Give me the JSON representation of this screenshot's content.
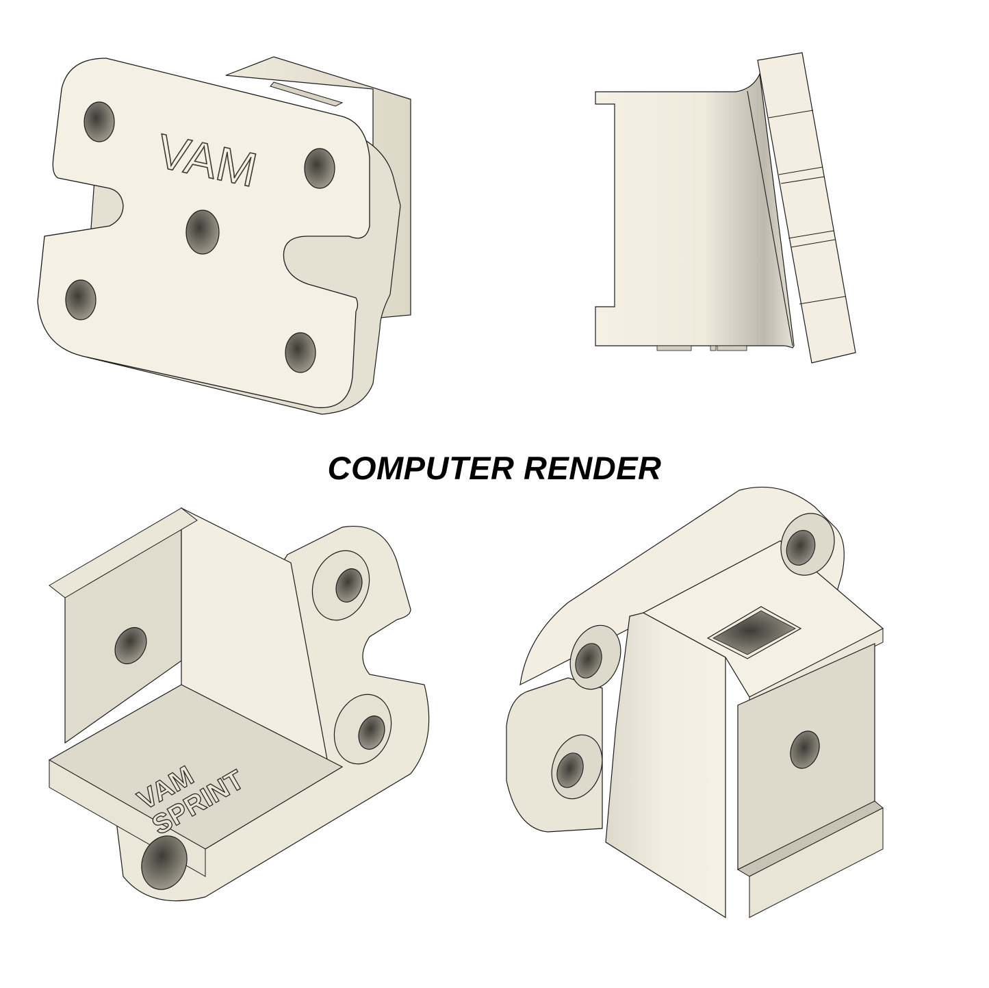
{
  "title": "COMPUTER RENDER",
  "views": [
    {
      "id": "front-iso",
      "embossed_text": "VAM"
    },
    {
      "id": "side-view"
    },
    {
      "id": "bottom-iso",
      "embossed_text_line1": "VAM",
      "embossed_text_line2": "SPRINT"
    },
    {
      "id": "back-iso"
    }
  ],
  "colors": {
    "part_face": "#f5f0e4",
    "part_shade": "#ddd9cb",
    "part_dark": "#6e6b62",
    "edge": "#1a1a1a"
  }
}
